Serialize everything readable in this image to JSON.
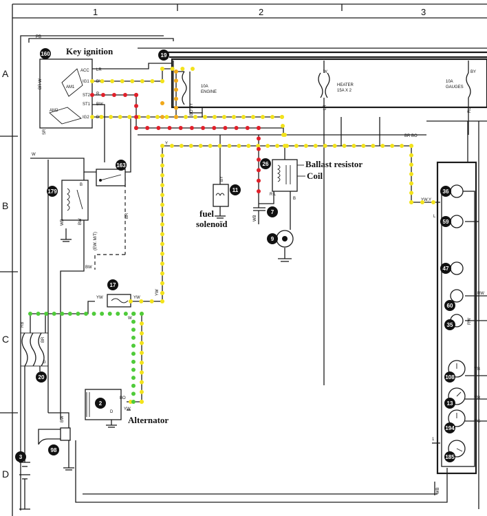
{
  "header": {
    "columns": [
      "1",
      "2",
      "3"
    ]
  },
  "rows": [
    "A",
    "B",
    "C",
    "D"
  ],
  "labels": {
    "key_ignition": "Key ignition",
    "ballast_resistor": "Ballast resistor",
    "coil": "Coil",
    "fuel": "fuel",
    "solenoid": "solenoïd",
    "alternator": "Alternator"
  },
  "switch_terminals": [
    "ACC",
    "IG1",
    "ST2",
    "ST1",
    "IG2",
    "AM1",
    "AM2"
  ],
  "fuses": [
    {
      "id": "engine",
      "rating": "10A",
      "name": "ENGINE"
    },
    {
      "id": "heater",
      "rating": "HEATER",
      "name": "15A X 2"
    },
    {
      "id": "gauges",
      "rating": "10A",
      "name": "GAUGES"
    }
  ],
  "component_numbers": [
    "160",
    "19",
    "163",
    "179",
    "26",
    "11",
    "7",
    "9",
    "36",
    "59",
    "47",
    "60",
    "35",
    "108",
    "13",
    "194",
    "185",
    "17",
    "2",
    "20",
    "3",
    "98"
  ],
  "wire_codes": {
    "pb": "PB",
    "lr": "LR",
    "by": "BY",
    "r": "R",
    "bw": "BW",
    "bo": "BO",
    "br_w": "BR W",
    "sr": "SR",
    "w": "W",
    "y": "Y",
    "brbo": "BR BO",
    "bo_by": "BO BY",
    "lr2": "LR",
    "rl": "RL",
    "ywy": "YW,Y",
    "b": "B",
    "wb": "WB",
    "bw2": "BW",
    "br": "BR",
    "bw3": "BW",
    "ew": "(EW. M/T)",
    "yw": "YW",
    "yw2": "YW",
    "yw3": "YW",
    "w2": "W",
    "rb": "RB",
    "g": "G",
    "br2": "BR",
    "bo2": "BO",
    "yw4": "YW",
    "d": "D",
    "bw4": "BW",
    "rw": "RW",
    "rw2": "RW",
    "yb": "YB",
    "yr": "YR",
    "yg": "YG",
    "wb2": "WB",
    "by2": "BY",
    "rl2": "R L",
    "b2": "B",
    "wb3": "WB",
    "one": "1",
    "c": "C",
    "l": "L"
  }
}
